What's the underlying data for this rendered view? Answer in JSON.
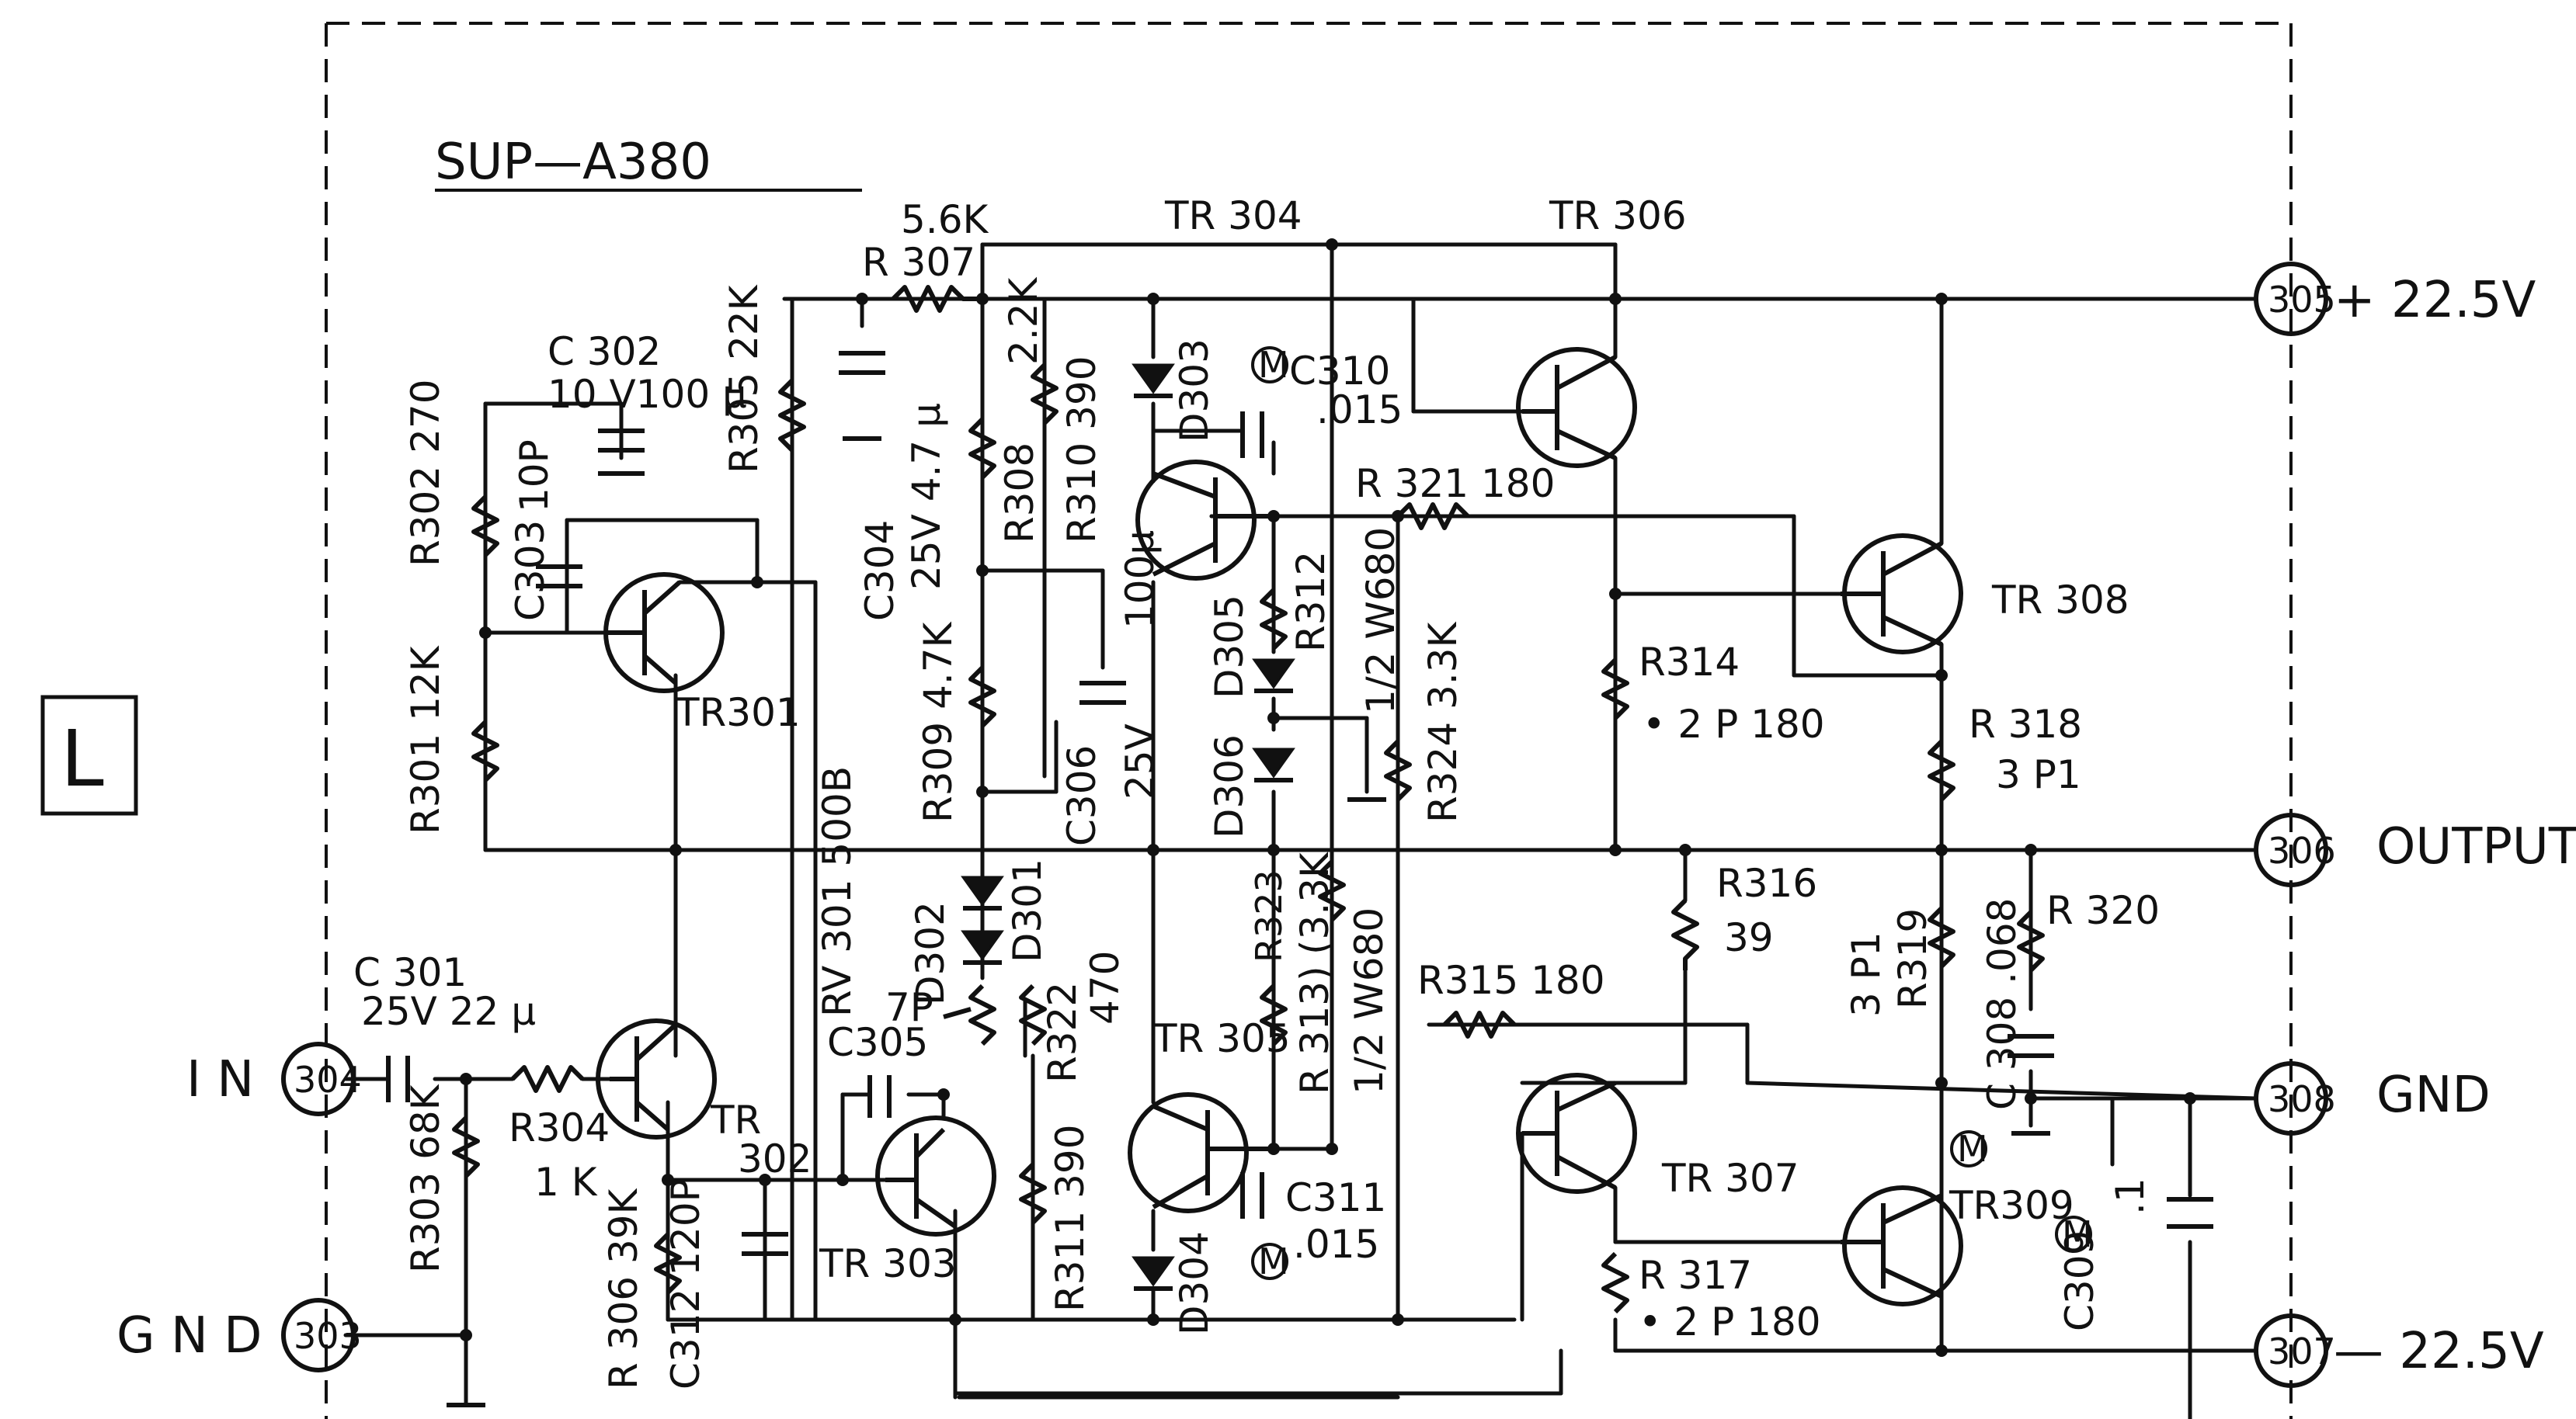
{
  "title": "SUP—A380",
  "channel": "L",
  "terminals": {
    "t305": {
      "num": "305",
      "label": "+ 22.5V"
    },
    "t306": {
      "num": "306",
      "label": "OUTPUT"
    },
    "t308": {
      "num": "308",
      "label": "GND"
    },
    "t307": {
      "num": "307",
      "label": "— 22.5V"
    },
    "t304": {
      "num": "304",
      "label": "I N"
    },
    "t303": {
      "num": "303",
      "label": "G N D"
    }
  },
  "transistors": {
    "tr301": "TR301",
    "tr302a": "TR",
    "tr302b": "302",
    "tr303": "TR 303",
    "tr304": "TR 304",
    "tr305": "TR 305",
    "tr306": "TR 306",
    "tr307": "TR 307",
    "tr308": "TR 308",
    "tr309": "TR309"
  },
  "labels": {
    "r307_val": "5.6K",
    "r307": "R 307",
    "r305": "R305 22K",
    "c302": "C 302",
    "c302_val": "10 V100 μ",
    "r302": "R302 270",
    "c303": "C303",
    "c303_val": "10P",
    "r301": "R301 12K",
    "c304": "C304",
    "c304_val": "25V 4.7 μ",
    "r308_val": "2.2K",
    "r308": "R308",
    "r310": "R310 390",
    "d303": "D303",
    "c310": "C310",
    "c310_val": ".015",
    "r321": "R 321 180",
    "r312": "R312",
    "r312_val": "1/2 W680",
    "d305": "D305",
    "d306": "D306",
    "r324": "R324 3.3K",
    "r309": "R309 4.7K",
    "c306_val": "100μ",
    "c306": "C306",
    "c306_v": "25V",
    "rv301": "RV 301 500B",
    "d302": "D302",
    "d301": "D301",
    "r314": "R314",
    "r314_val": "• 2 P 180",
    "r318": "R 318",
    "r318_val": "3 P1",
    "r316": "R316",
    "r316_val": "39",
    "r323": "R323",
    "r323_val": "(3.3K",
    "r313": "R 313)",
    "r313_val": "1/2 W680",
    "r315": "R315   180",
    "r319": "R319",
    "r319_val": "3 P1",
    "c308": "C 308 .068",
    "r320": "R 320",
    "c301": "C 301",
    "c301_val": "25V 22 μ",
    "r304": "R304",
    "r304_val": "1 K",
    "c305": "C305",
    "c305_val": "7P",
    "r322": "R322",
    "r322_val": "470",
    "r303": "R303 68K",
    "r306": "R 306 39K",
    "c312": "C312 120P",
    "r311": "R311 390",
    "d304": "D304",
    "c311": "C311",
    "c311_val": ".015",
    "r317": "R 317",
    "r317_val": "• 2 P 180",
    "c309": "C309",
    "c309_val": ".1",
    "m": "M"
  }
}
